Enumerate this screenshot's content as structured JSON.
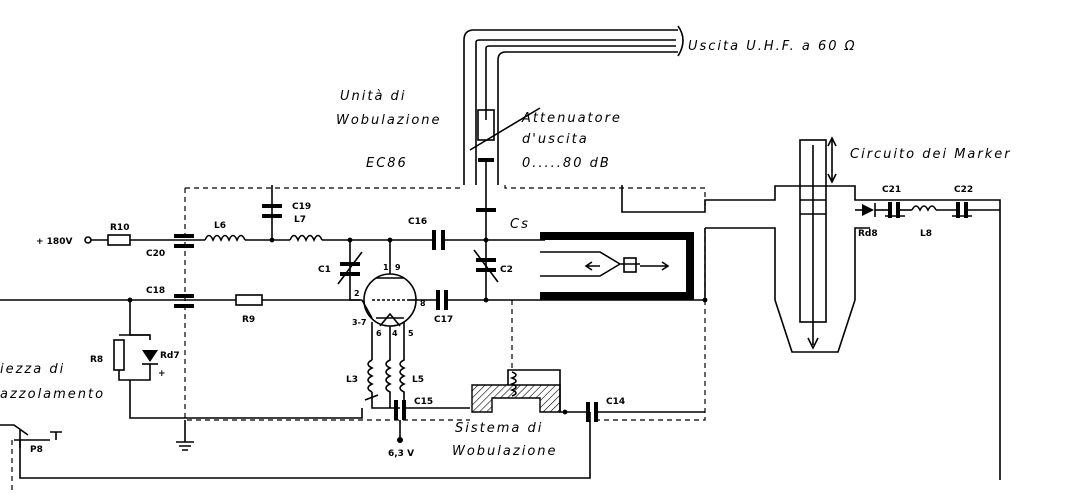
{
  "labels": {
    "uscita": "Uscita U.H.F. a 60  Ω",
    "unita_1": "Unità  di",
    "unita_2": "Wobulazione",
    "attenuatore_1": "Attenuatore",
    "attenuatore_2": "d'uscita",
    "attenuatore_3": "0.....80 dB",
    "tube": "EC86",
    "marker": "Circuito dei Marker",
    "sistema_1": "Sistema di",
    "sistema_2": "Wobulazione",
    "supply": "+ 180V",
    "heater": "6,3 V",
    "left_1": "iezza di",
    "left_2": "azzolamento"
  },
  "components": {
    "R10": "R10",
    "C20": "C20",
    "L6": "L6",
    "C19": "C19",
    "L7": "L7",
    "C16": "C16",
    "Cs": "Cs",
    "C1": "C1",
    "C2": "C2",
    "C18": "C18",
    "R9": "R9",
    "C17": "C17",
    "R8": "R8",
    "Rd7": "Rd7",
    "L3": "L3",
    "L5": "L5",
    "C15": "C15",
    "C14": "C14",
    "C21": "C21",
    "C22": "C22",
    "Rd8": "Rd8",
    "L8": "L8",
    "P8": "P8"
  },
  "pins": {
    "p1": "1",
    "p9": "9",
    "p2": "2",
    "p37": "3-7",
    "p8": "8",
    "p6": "6",
    "p4": "4",
    "p5": "5",
    "plus": "+"
  }
}
